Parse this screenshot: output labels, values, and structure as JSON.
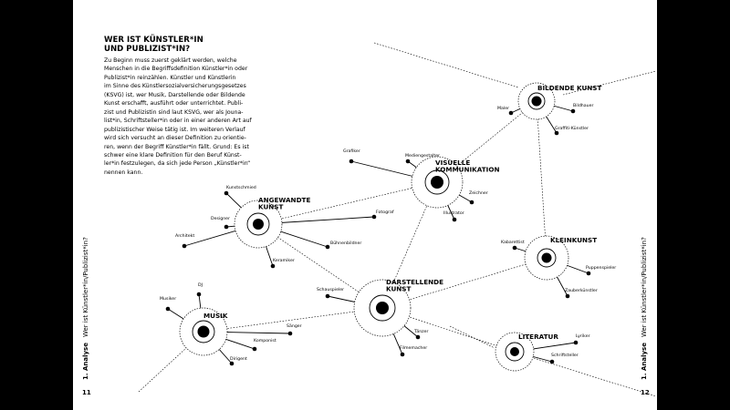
{
  "heading": {
    "line1": "WER IST KÜNSTLER*IN",
    "line2": "UND PUBLIZIST*IN?"
  },
  "body_text": "Zu Beginn muss zuerst geklärt werden, welche\nMenschen in die Begriffsdefinition Künstler*in oder\nPublizist*in reinzählen. Künstler und Künstlerin\nim Sinne des Künstlersozialversicherungsgesetzes\n(KSVG) ist, wer Musik, Darstellende oder Bildende\nKunst erschafft, ausführt oder unterrichtet. Publi-\nzist und Publizistin sind laut KSVG, wer als Jouna-\nlist*in, Schriftsteller*in oder in einer anderen Art auf\npublizistischer Weise tätig ist. Im weiteren Verlauf\nwird sich versucht an dieser Definition zu orientie-\nren, wenn der Begriff Künstler*in fällt. Grund: Es ist\nschwer eine klare Definition für den Beruf Künst-\nler*in festzulegen, da sich jede Person „Künstler*in“\nnennen kann.",
  "running_head": {
    "chapter": "1. Analyse",
    "title": "Wer ist Künstler*in/Publizist*in?"
  },
  "page_numbers": {
    "left": "11",
    "right": "12"
  },
  "colors": {
    "ink": "#000000",
    "page": "#ffffff",
    "background": "#000000"
  },
  "hubs": [
    {
      "id": "bildende",
      "label_lines": [
        "BILDENDE KUNST"
      ],
      "subs": [
        {
          "label": "Maler"
        },
        {
          "label": "Bildhauer"
        },
        {
          "label": "Graffiti-Künstler"
        }
      ]
    },
    {
      "id": "visuelle",
      "label_lines": [
        "VISUELLE",
        "KOMMUNIKATION"
      ],
      "subs": [
        {
          "label": "Mediengestalter"
        },
        {
          "label": "Grafiker"
        },
        {
          "label": "Zeichner"
        },
        {
          "label": "Illustrator"
        }
      ]
    },
    {
      "id": "angewandte",
      "label_lines": [
        "ANGEWANDTE",
        "KUNST"
      ],
      "subs": [
        {
          "label": "Kunstschmied"
        },
        {
          "label": "Designer"
        },
        {
          "label": "Architekt"
        },
        {
          "label": "Fotograf"
        },
        {
          "label": "Bühnenbildner"
        },
        {
          "label": "Keramiker"
        }
      ]
    },
    {
      "id": "kleinkunst",
      "label_lines": [
        "KLEINKUNST"
      ],
      "subs": [
        {
          "label": "Kabarettist"
        },
        {
          "label": "Puppenspieler"
        },
        {
          "label": "Zauberkünstler"
        }
      ]
    },
    {
      "id": "darstellende",
      "label_lines": [
        "DARSTELLENDE",
        "KUNST"
      ],
      "subs": [
        {
          "label": "Schauspieler"
        },
        {
          "label": "Tänzer"
        },
        {
          "label": "Filmemacher"
        }
      ]
    },
    {
      "id": "musik",
      "label_lines": [
        "MUSIK"
      ],
      "subs": [
        {
          "label": "DJ"
        },
        {
          "label": "Musiker"
        },
        {
          "label": "Sänger"
        },
        {
          "label": "Komponist"
        },
        {
          "label": "Dirigent"
        }
      ]
    },
    {
      "id": "literatur",
      "label_lines": [
        "LITERATUR"
      ],
      "subs": [
        {
          "label": "Lyriker"
        },
        {
          "label": "Schriftsteller"
        }
      ]
    }
  ]
}
